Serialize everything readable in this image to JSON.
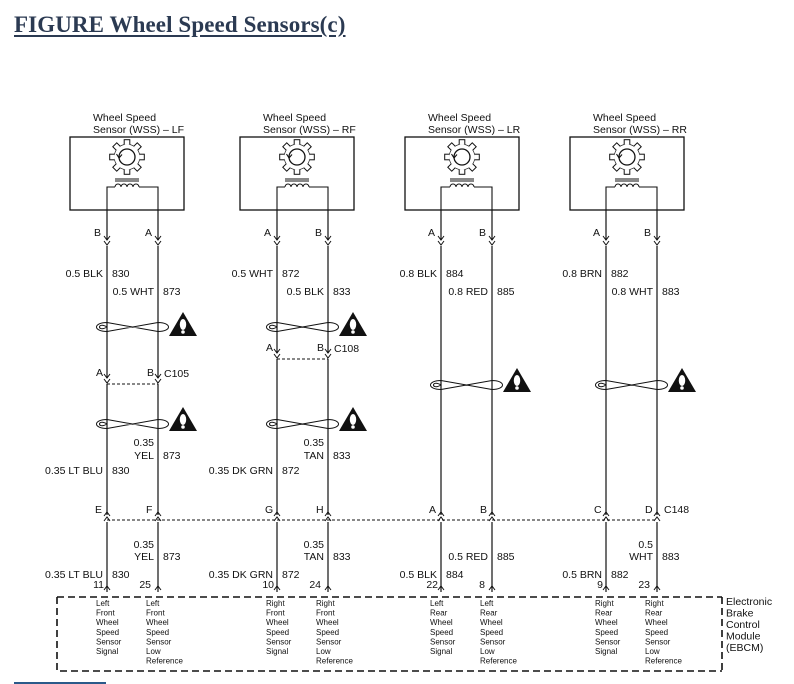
{
  "figure": {
    "title": "FIGURE Wheel Speed Sensors(c)"
  },
  "sensors": [
    {
      "id": "LF",
      "name_line1": "Wheel Speed",
      "name_line2": "Sensor (WSS) – LF",
      "left_pin": "B",
      "right_pin": "A",
      "upper_wires": {
        "left": {
          "gauge_color": "0.5 BLK",
          "circuit": "830"
        },
        "right": {
          "gauge_color": "0.5 WHT",
          "circuit": "873"
        }
      },
      "inline_connector": {
        "name": "C105",
        "left_pin": "A",
        "right_pin": "B"
      },
      "has_twist_upper": true,
      "has_twist_lower": true,
      "lower_wires": {
        "left": {
          "gauge_color": "0.35 LT BLU",
          "circuit": "830"
        },
        "right": {
          "gauge": "0.35",
          "color": "YEL",
          "circuit": "873"
        }
      },
      "c148_pins": {
        "left": "E",
        "right": "F"
      },
      "ebcm_wires": {
        "left": {
          "gauge_color": "0.35 LT BLU",
          "circuit": "830",
          "terminal": "11"
        },
        "right": {
          "gauge": "0.35",
          "color": "YEL",
          "circuit": "873",
          "terminal": "25"
        }
      },
      "ebcm_labels": {
        "left": [
          "Left",
          "Front",
          "Wheel",
          "Speed",
          "Sensor",
          "Signal"
        ],
        "right": [
          "Left",
          "Front",
          "Wheel",
          "Speed",
          "Sensor",
          "Low",
          "Reference"
        ]
      }
    },
    {
      "id": "RF",
      "name_line1": "Wheel Speed",
      "name_line2": "Sensor (WSS) – RF",
      "left_pin": "A",
      "right_pin": "B",
      "upper_wires": {
        "left": {
          "gauge_color": "0.5 WHT",
          "circuit": "872"
        },
        "right": {
          "gauge_color": "0.5 BLK",
          "circuit": "833"
        }
      },
      "inline_connector": {
        "name": "C108",
        "left_pin": "A",
        "right_pin": "B"
      },
      "has_twist_upper": true,
      "has_twist_lower": true,
      "lower_wires": {
        "left": {
          "gauge_color": "0.35 DK GRN",
          "circuit": "872"
        },
        "right": {
          "gauge": "0.35",
          "color": "TAN",
          "circuit": "833"
        }
      },
      "c148_pins": {
        "left": "G",
        "right": "H"
      },
      "ebcm_wires": {
        "left": {
          "gauge_color": "0.35 DK GRN",
          "circuit": "872",
          "terminal": "10"
        },
        "right": {
          "gauge": "0.35",
          "color": "TAN",
          "circuit": "833",
          "terminal": "24"
        }
      },
      "ebcm_labels": {
        "left": [
          "Right",
          "Front",
          "Wheel",
          "Speed",
          "Sensor",
          "Signal"
        ],
        "right": [
          "Right",
          "Front",
          "Wheel",
          "Speed",
          "Sensor",
          "Low",
          "Reference"
        ]
      }
    },
    {
      "id": "LR",
      "name_line1": "Wheel Speed",
      "name_line2": "Sensor (WSS) – LR",
      "left_pin": "A",
      "right_pin": "B",
      "upper_wires": {
        "left": {
          "gauge_color": "0.8 BLK",
          "circuit": "884"
        },
        "right": {
          "gauge_color": "0.8 RED",
          "circuit": "885"
        }
      },
      "has_twist_mid": true,
      "c148_pins": {
        "left": "A",
        "right": "B"
      },
      "ebcm_wires": {
        "left": {
          "gauge_color": "0.5 BLK",
          "circuit": "884",
          "terminal": "22"
        },
        "right": {
          "gauge_color": "0.5 RED",
          "circuit": "885",
          "terminal": "8"
        }
      },
      "ebcm_labels": {
        "left": [
          "Left",
          "Rear",
          "Wheel",
          "Speed",
          "Sensor",
          "Signal"
        ],
        "right": [
          "Left",
          "Rear",
          "Wheel",
          "Speed",
          "Sensor",
          "Low",
          "Reference"
        ]
      }
    },
    {
      "id": "RR",
      "name_line1": "Wheel Speed",
      "name_line2": "Sensor (WSS) – RR",
      "left_pin": "A",
      "right_pin": "B",
      "upper_wires": {
        "left": {
          "gauge_color": "0.8 BRN",
          "circuit": "882"
        },
        "right": {
          "gauge_color": "0.8 WHT",
          "circuit": "883"
        }
      },
      "has_twist_mid": true,
      "c148_pins": {
        "left": "C",
        "right": "D"
      },
      "ebcm_wires": {
        "left": {
          "gauge_color": "0.5 BRN",
          "circuit": "882",
          "terminal": "9"
        },
        "right": {
          "gauge": "0.5",
          "color": "WHT",
          "circuit": "883",
          "terminal": "23"
        }
      },
      "ebcm_labels": {
        "left": [
          "Right",
          "Rear",
          "Wheel",
          "Speed",
          "Sensor",
          "Signal"
        ],
        "right": [
          "Right",
          "Rear",
          "Wheel",
          "Speed",
          "Sensor",
          "Low",
          "Reference"
        ]
      }
    }
  ],
  "c148": {
    "name": "C148"
  },
  "ebcm": {
    "label_lines": [
      "Electronic",
      "Brake",
      "Control",
      "Module",
      "(EBCM)"
    ]
  },
  "colors": {
    "title": "#2b3a52",
    "line": "#111111",
    "link_bar": "#2b5a8a"
  }
}
